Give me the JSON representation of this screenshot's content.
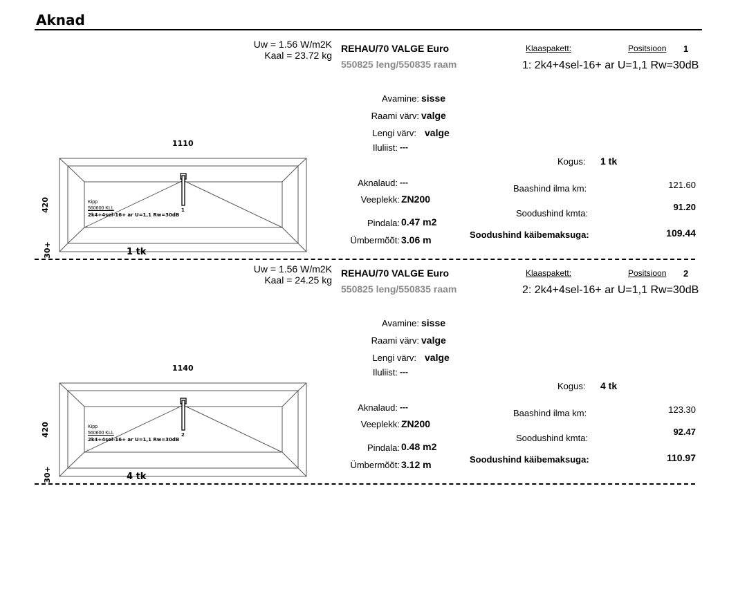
{
  "title": "Aknad",
  "positions": [
    {
      "uw": "Uw = 1.56 W/m2K",
      "kaal": "Kaal = 23.72 kg",
      "profile": "REHAU/70 VALGE Euro",
      "profile_codes": "550825 leng/550835 raam",
      "klaaspakett_label": "Klaaspakett:",
      "positsioon_label": "Positsioon",
      "positsioon": "1",
      "glass": "1: 2k4+4sel-16+ ar  U=1,1 Rw=30dB",
      "avamine_label": "Avamine:",
      "avamine": "sisse",
      "raami_label": "Raami värv:",
      "raami": "valge",
      "lengi_label": "Lengi värv:",
      "lengi": "valge",
      "iluliist_label": "Iluliist:",
      "iluliist": "---",
      "aknalaud_label": "Aknalaud:",
      "aknalaud": "---",
      "veeplekk_label": "Veeplekk:",
      "veeplekk": "ZN200",
      "pindala_label": "Pindala:",
      "pindala": "0.47 m2",
      "umbermoot_label": "Ümbermõõt:",
      "umbermoot": "3.06 m",
      "kogus_label": "Kogus:",
      "kogus": "1 tk",
      "baashind_label": "Baashind ilma km:",
      "baashind": "121.60",
      "soodushind_label": "Soodushind kmta:",
      "soodushind": "91.20",
      "kaibemaks_label": "Soodushind käibemaksuga:",
      "kaibemaks": "109.44",
      "drawing": {
        "width": "1110",
        "height": "420",
        "extra": "30+",
        "qty": "1 tk",
        "opening": "Kipp",
        "code": "560600 KLL",
        "glass": "2k4+4sel-16+ ar  U=1,1 Rw=30dB",
        "sash": "1"
      }
    },
    {
      "uw": "Uw = 1.56 W/m2K",
      "kaal": "Kaal = 24.25 kg",
      "profile": "REHAU/70 VALGE Euro",
      "profile_codes": "550825 leng/550835 raam",
      "klaaspakett_label": "Klaaspakett:",
      "positsioon_label": "Positsioon",
      "positsioon": "2",
      "glass": "2: 2k4+4sel-16+ ar  U=1,1 Rw=30dB",
      "avamine_label": "Avamine:",
      "avamine": "sisse",
      "raami_label": "Raami värv:",
      "raami": "valge",
      "lengi_label": "Lengi värv:",
      "lengi": "valge",
      "iluliist_label": "Iluliist:",
      "iluliist": "---",
      "aknalaud_label": "Aknalaud:",
      "aknalaud": "---",
      "veeplekk_label": "Veeplekk:",
      "veeplekk": "ZN200",
      "pindala_label": "Pindala:",
      "pindala": "0.48 m2",
      "umbermoot_label": "Ümbermõõt:",
      "umbermoot": "3.12 m",
      "kogus_label": "Kogus:",
      "kogus": "4 tk",
      "baashind_label": "Baashind ilma km:",
      "baashind": "123.30",
      "soodushind_label": "Soodushind kmta:",
      "soodushind": "92.47",
      "kaibemaks_label": "Soodushind käibemaksuga:",
      "kaibemaks": "110.97",
      "drawing": {
        "width": "1140",
        "height": "420",
        "extra": "30+",
        "qty": "4 tk",
        "opening": "Kipp",
        "code": "560600 KLL",
        "glass": "2k4+4sel-16+ ar  U=1,1 Rw=30dB",
        "sash": "2"
      }
    }
  ]
}
